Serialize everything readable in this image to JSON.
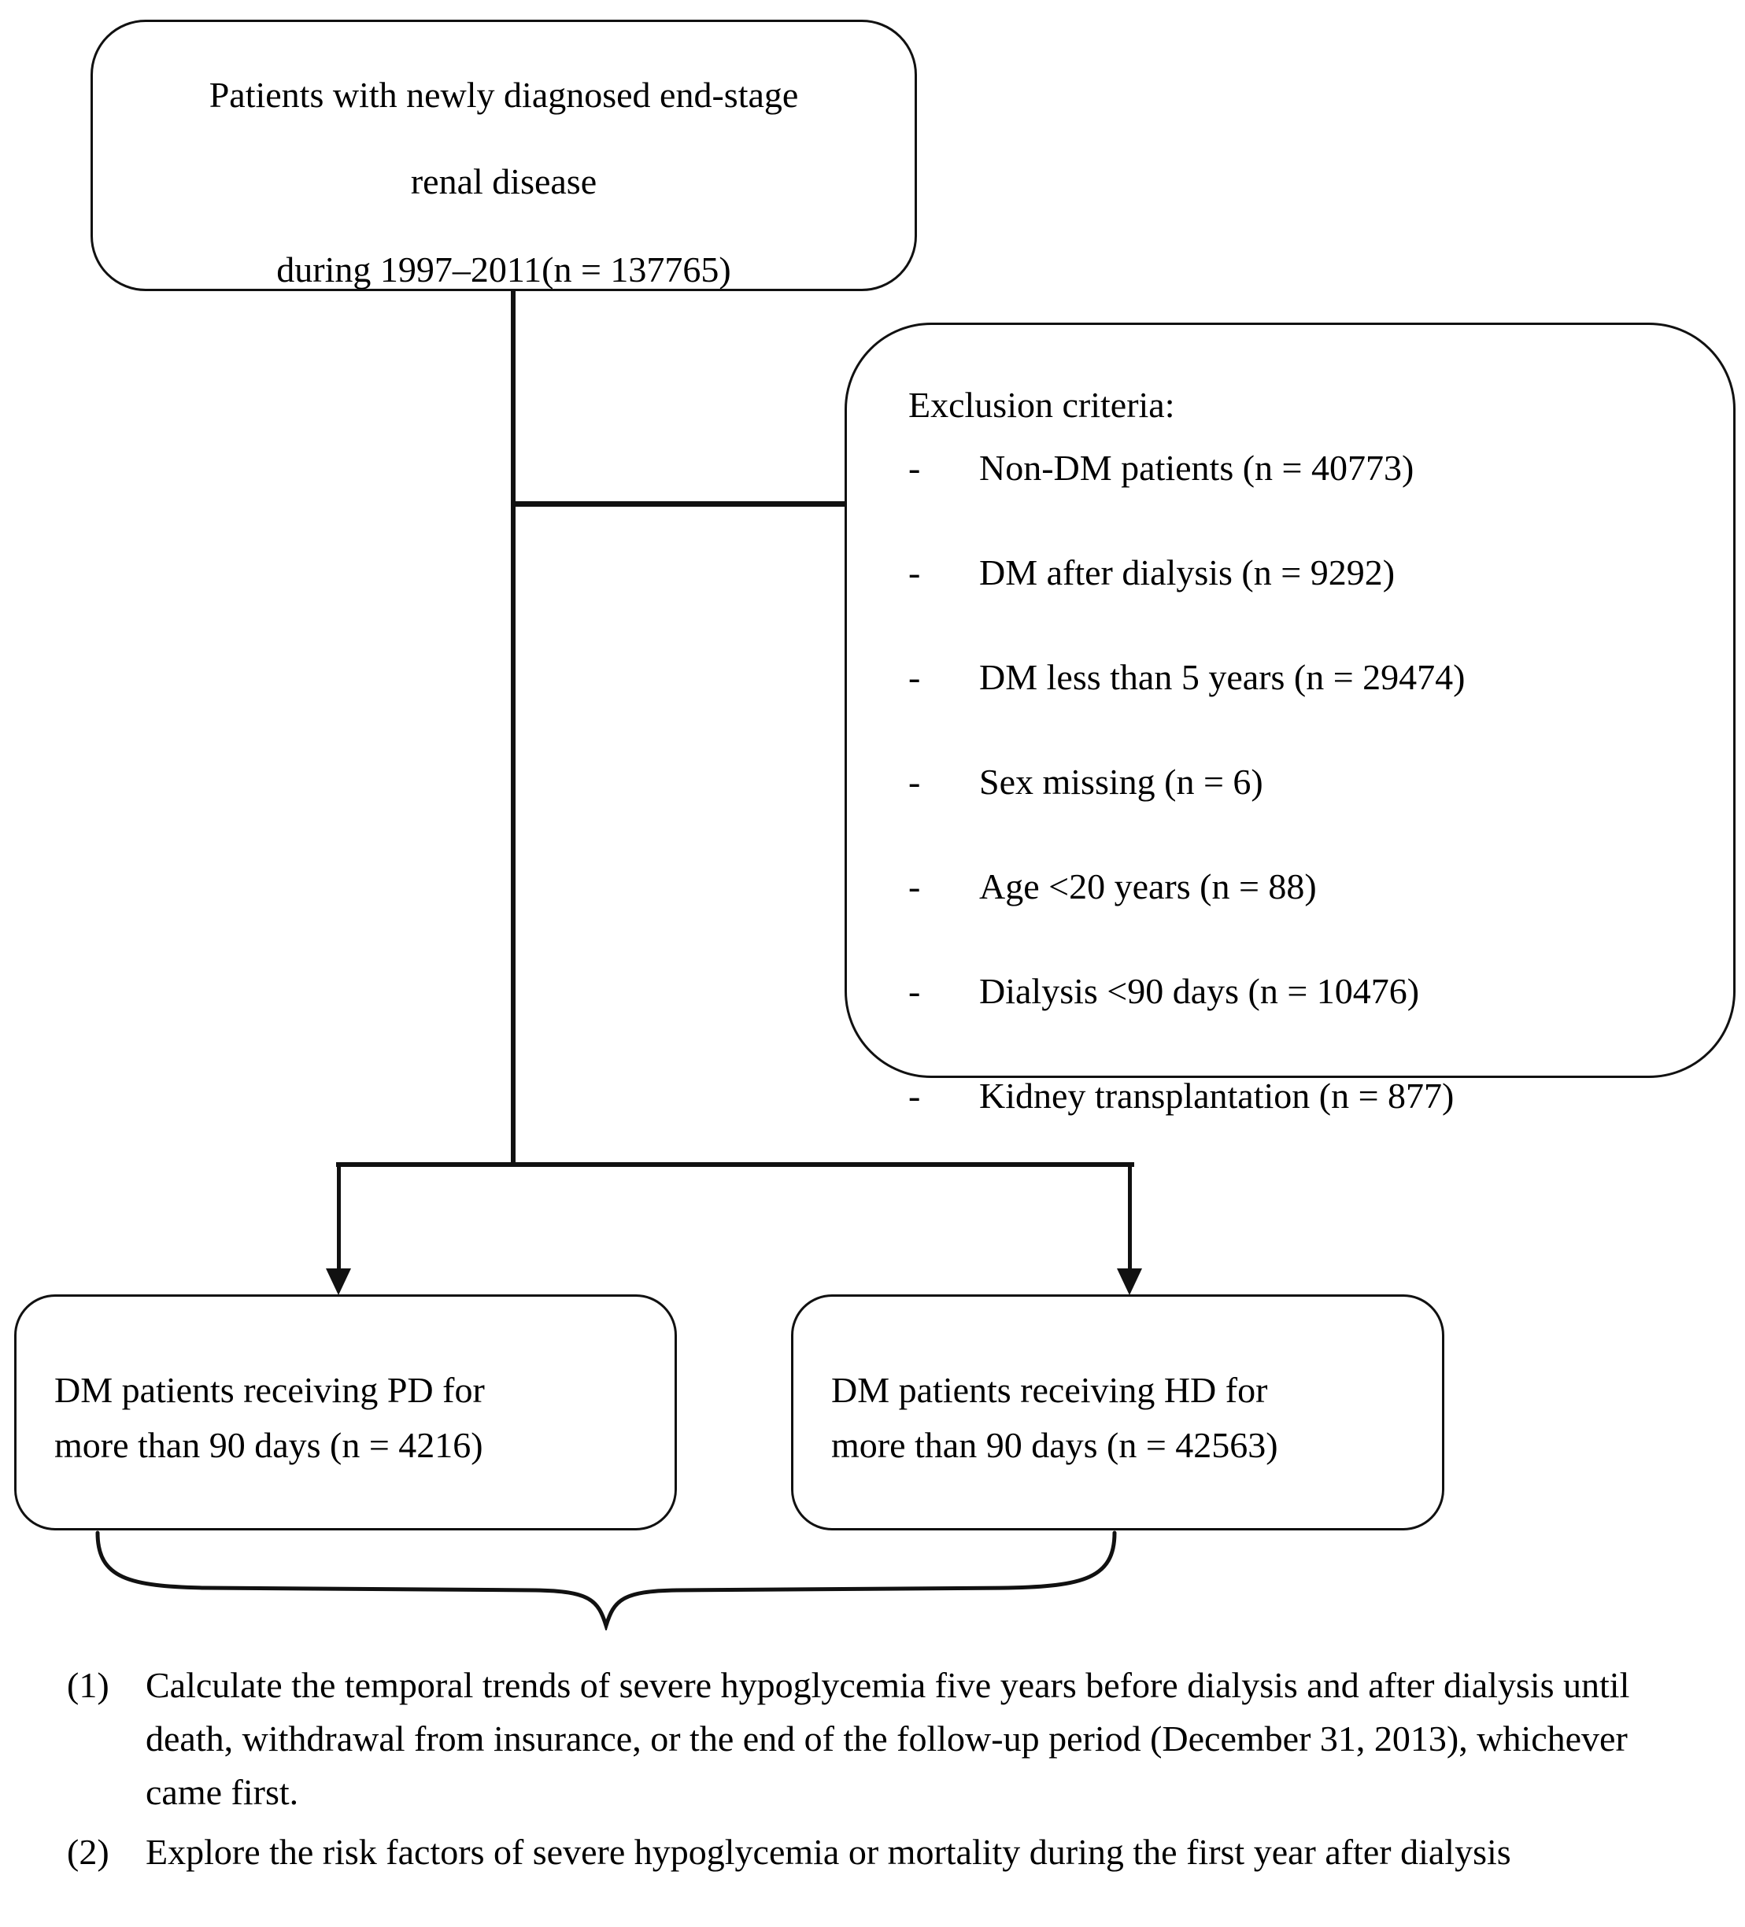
{
  "flowchart": {
    "source_box": {
      "line1": "Patients with newly diagnosed end-stage",
      "line2": "renal disease",
      "line3": "during 1997–2011(n = 137765)"
    },
    "exclusion_box": {
      "heading": "Exclusion criteria:",
      "bullet": "-",
      "criteria": [
        "Non-DM patients (n = 40773)",
        "DM after dialysis (n = 9292)",
        "DM less than 5 years (n = 29474)",
        "Sex missing (n = 6)",
        "Age <20 years (n = 88)",
        "Dialysis <90 days (n = 10476)",
        "Kidney transplantation (n = 877)"
      ]
    },
    "pd_box": {
      "line1": "DM patients receiving PD for",
      "line2": "more than 90 days (n = 4216)"
    },
    "hd_box": {
      "line1": "DM patients receiving HD for",
      "line2": "more than 90 days (n = 42563)"
    },
    "summary": {
      "items": [
        {
          "number": "(1)",
          "text": "Calculate the temporal trends of severe hypoglycemia five years before dialysis and after dialysis until death, withdrawal from insurance, or the end of the follow-up period (December 31, 2013), whichever came first."
        },
        {
          "number": "(2)",
          "text": "Explore the risk factors of severe hypoglycemia or mortality during the first year after dialysis"
        }
      ]
    },
    "colors": {
      "stroke": "#111111",
      "background": "#ffffff",
      "text": "#000000"
    }
  }
}
